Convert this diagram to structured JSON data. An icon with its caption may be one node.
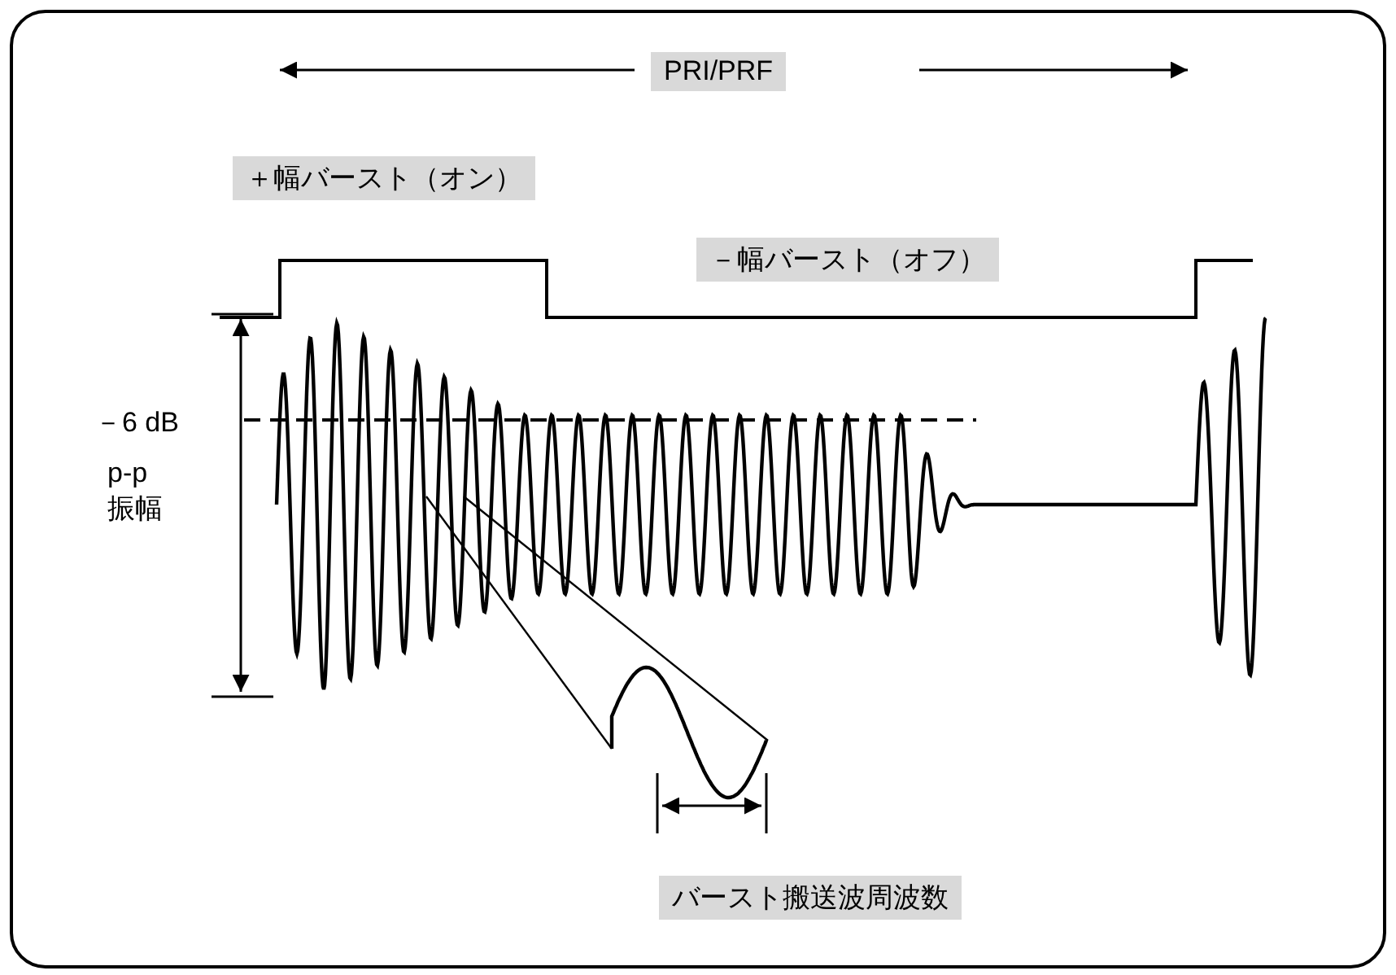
{
  "diagram": {
    "labels": [
      "PRI/PRF",
      "＋幅バースト（オン）",
      "－幅バースト（オフ）",
      "－6 dB",
      "p-p 振幅",
      "バースト搬送波周波数"
    ]
  }
}
